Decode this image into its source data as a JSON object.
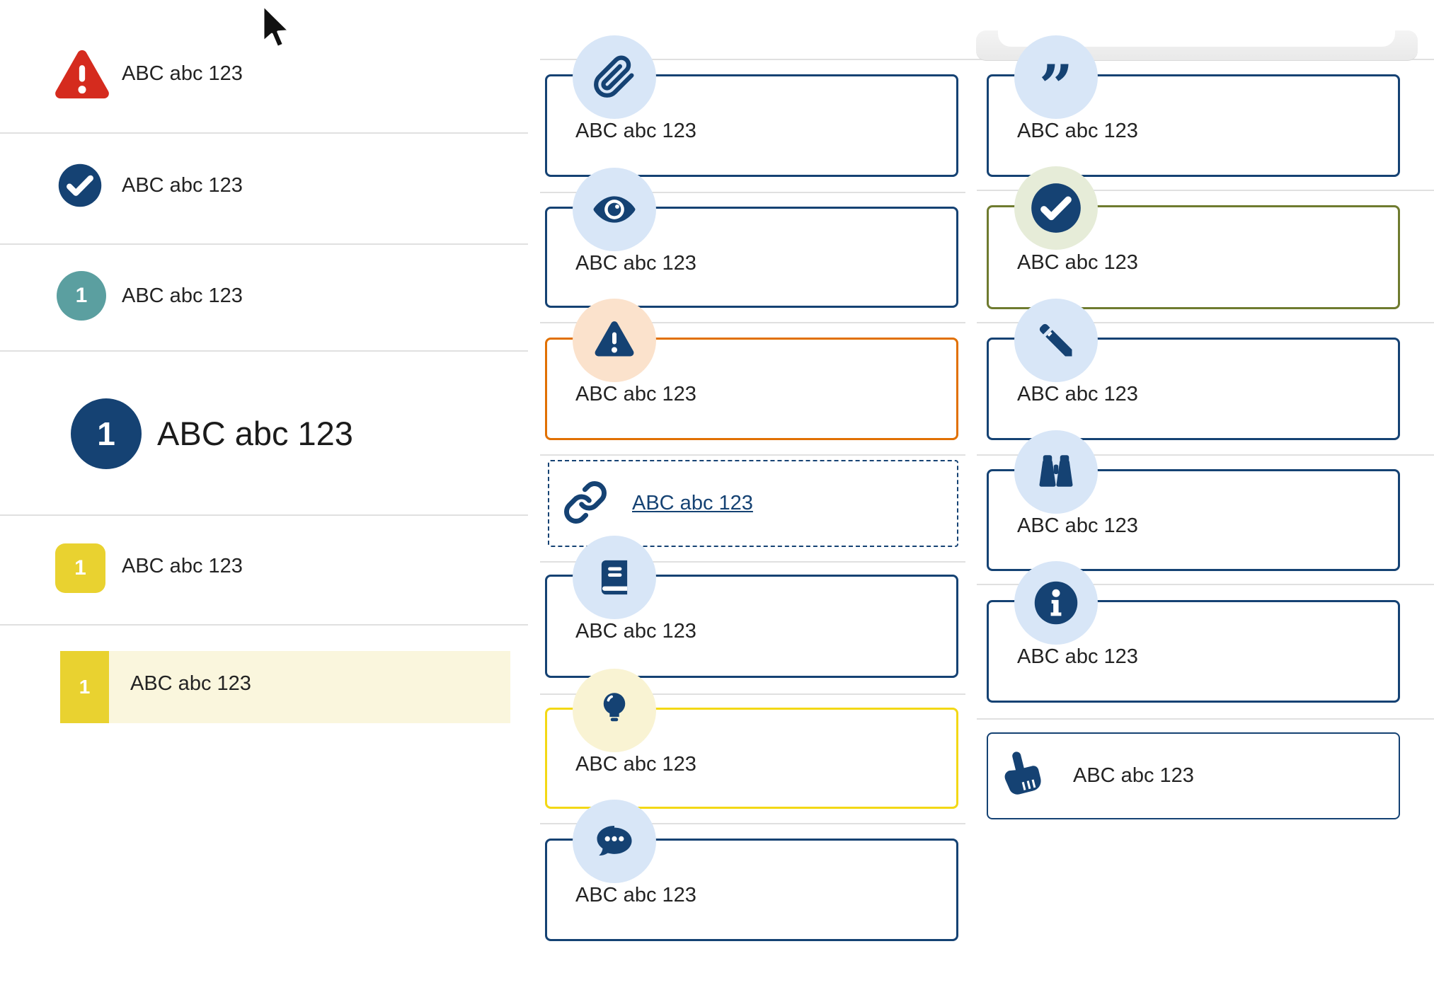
{
  "colors": {
    "navy": "#154273",
    "red": "#d52b1e",
    "orange": "#e17000",
    "olive": "#6f7b2f",
    "teal": "#5b9fa0",
    "yellow": "#e9d230",
    "yellow_border": "#f3d815",
    "light_blue": "#d8e6f7",
    "pale_peach": "#fbe2cc",
    "pale_yellow": "#f9f3d3",
    "pale_green": "#e6ecd8",
    "highlight_bg": "#faf6dd",
    "divider": "#e0e0e0",
    "text": "#232323"
  },
  "left_panel": {
    "items": [
      {
        "icon": "alert-triangle-icon",
        "label": "ABC abc 123"
      },
      {
        "icon": "check-circle-icon",
        "label": "ABC abc 123"
      },
      {
        "icon": "number-badge-teal",
        "badge": "1",
        "label": "ABC abc 123"
      },
      {
        "icon": "number-badge-navy-large",
        "badge": "1",
        "label": "ABC abc 123",
        "heading": true
      },
      {
        "icon": "number-badge-yellow",
        "badge": "1",
        "label": "ABC abc 123"
      },
      {
        "icon": "number-badge-yellow",
        "badge": "1",
        "label": "ABC abc 123",
        "highlighted": true
      }
    ]
  },
  "middle_column": {
    "cards": [
      {
        "icon": "paperclip-icon",
        "label": "ABC abc 123",
        "style": "navy"
      },
      {
        "icon": "eye-icon",
        "label": "ABC abc 123",
        "style": "navy"
      },
      {
        "icon": "warning-triangle-icon",
        "label": "ABC abc 123",
        "style": "orange"
      },
      {
        "icon": "link-icon",
        "label": "ABC abc 123",
        "style": "dashed-link"
      },
      {
        "icon": "book-icon",
        "label": "ABC abc 123",
        "style": "navy"
      },
      {
        "icon": "lightbulb-icon",
        "label": "ABC abc 123",
        "style": "yellow"
      },
      {
        "icon": "speech-bubble-icon",
        "label": "ABC abc 123",
        "style": "navy"
      }
    ]
  },
  "right_column": {
    "quote_glyph": "”",
    "cards": [
      {
        "icon": "quote-icon",
        "label": "ABC abc 123",
        "style": "navy"
      },
      {
        "icon": "check-circle-icon",
        "label": "ABC abc 123",
        "style": "green"
      },
      {
        "icon": "pencil-icon",
        "label": "ABC abc 123",
        "style": "navy"
      },
      {
        "icon": "binoculars-icon",
        "label": "ABC abc 123",
        "style": "navy"
      },
      {
        "icon": "info-icon",
        "label": "ABC abc 123",
        "style": "navy"
      },
      {
        "icon": "hand-pointer-icon",
        "label": "ABC abc 123",
        "style": "navy-inline"
      }
    ]
  }
}
